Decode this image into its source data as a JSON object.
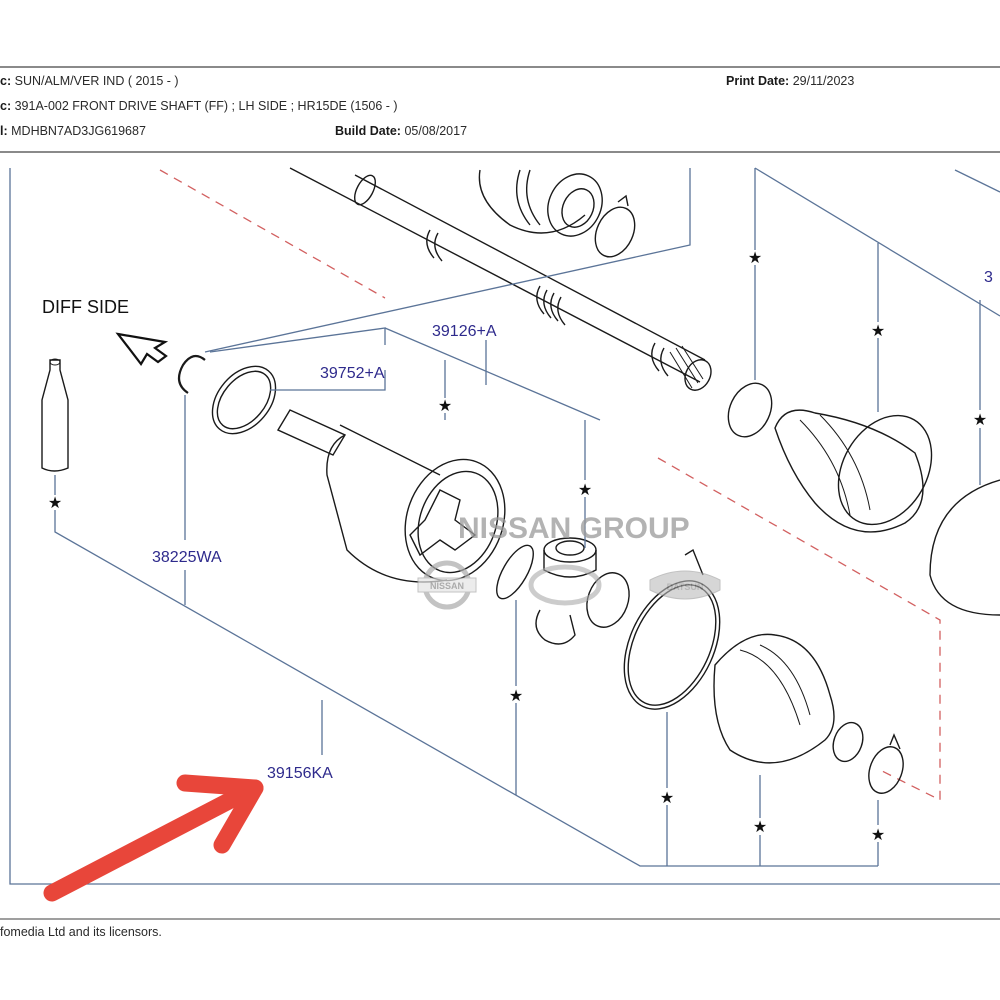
{
  "header": {
    "model_label": "c:",
    "model_value": "SUN/ALM/VER IND ( 2015 -  )",
    "section_label": "c:",
    "section_value": "391A-002 FRONT DRIVE SHAFT (FF) ; LH SIDE ; HR15DE (1506 - )",
    "vin_label": "l:",
    "vin_value": "MDHBN7AD3JG619687",
    "print_date_label": "Print Date:",
    "print_date_value": "29/11/2023",
    "build_date_label": "Build Date:",
    "build_date_value": "05/08/2017"
  },
  "diagram": {
    "direction_label": "DIFF  SIDE",
    "watermark": "NISSAN GROUP",
    "badges": [
      "NISSAN",
      "",
      "DATSUN"
    ],
    "part_labels": {
      "p39126": "39126+A",
      "p39752": "39752+A",
      "p38225": "38225WA",
      "p39156": "39156KA",
      "p_partial": "3"
    },
    "star_symbol": "★",
    "highlight_color": "#e8463a",
    "label_color": "#2e2a8c",
    "leader_color": "#5b7498"
  },
  "footer": {
    "copyright": "fomedia Ltd and its licensors."
  }
}
